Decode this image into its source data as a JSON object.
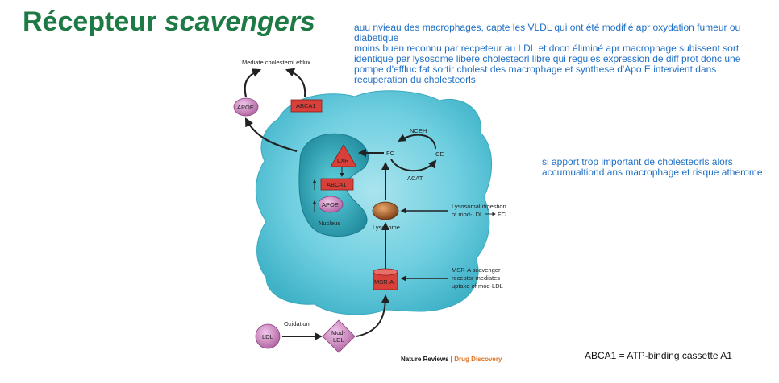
{
  "title": {
    "main": "Récepteur ",
    "italic": "scavengers"
  },
  "notes": {
    "top": [
      "auu nvieau des macrophages, capte les VLDL qui ont été modifié apr oxydation fumeur ou diabetique",
      "moins buen reconnu par recpeteur au LDL et docn éliminé apr macrophage subissent sort identique par lysosome libere cholesteorl libre qui regules expression de diff prot donc une pompe d'effluc fat sortir cholest des macrophage et synthese d'Apo E intervient dans recuperation du cholesteorls"
    ],
    "side": "si apport trop important de cholesteorls alors accumualtiond ans macrophage et risque atherome"
  },
  "footnote": "ABCA1 = ATP-binding cassette A1",
  "diagram": {
    "efflux": "Mediate cholesterol efflux",
    "apoe": "APOE",
    "abca1": "ABCA1",
    "lxr": "LXR",
    "nucleus": "Nucleus",
    "nceh": "NCEH",
    "fc": "FC",
    "ce": "CE",
    "acat": "ACAT",
    "lysosome": "Lysosome",
    "lyso_digest_1": "Lysosomal digestion",
    "lyso_digest_2": "of mod-LDL",
    "lyso_digest_fc": "FC",
    "msra": "MSR-A",
    "msra_note_1": "MSR-A scavenger",
    "msra_note_2": "receptor mediates",
    "msra_note_3": "uptake of mod-LDL",
    "ldl": "LDL",
    "oxidation": "Oxidation",
    "modldl_1": "Mod-",
    "modldl_2": "LDL",
    "credit_1": "Nature Reviews",
    "credit_sep": " | ",
    "credit_2": "Drug Discovery"
  },
  "colors": {
    "title": "#1e7a44",
    "note": "#1f6fc5",
    "cell": "#5bc3d6",
    "nucleus": "#2a9cae",
    "apoe": "#c77ac0",
    "abca1": "#d9403a",
    "lysosome": "#8a4a1f",
    "credit_accent": "#e07020"
  }
}
